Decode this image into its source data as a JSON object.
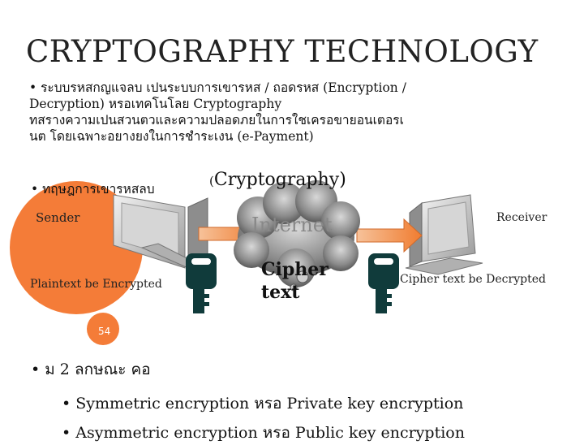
{
  "slide": {
    "title": "CRYPTOGRAPHY TECHNOLOGY",
    "intro_lines": [
      "• ระบบรหสกญแจลบ      เปนระบบการเขารหส        / ถอดรหส  (Encryption /",
      "Decryption) หรอเทคโนโลย   Cryptography",
      "ทสรางความเปนสวนตวและความปลอดภยในการใชเครอขายอนเตอรเ",
      "นต โดยเฉพาะอยางยงในการชำระเงน           (e-Payment)"
    ],
    "theory_bullet": "• ทฤษฎการเขารหสลบ",
    "theory_open_paren": "(",
    "theory_term": "Cryptography)",
    "slide_number": "54",
    "bullet_m": "• ม    2 ลกษณะ  คอ",
    "symmetric_line": "• Symmetric encryption หรอ   Private key  encryption",
    "asymmetric_line": "• Asymmetric encryption  หรอ   Public key encryption"
  },
  "diagram": {
    "sender": "Sender",
    "receiver": "Receiver",
    "internet": "Internet",
    "cipher_line1": "Cipher",
    "cipher_line2": "text",
    "plaintext_caption": "Plaintext be Encrypted",
    "cipher_caption": "Cipher text be Decrypted"
  },
  "colors": {
    "sender_circle": "#f4762f",
    "arrow": "#f0a060",
    "key": "#0d3a3a",
    "cloud": "#555555"
  }
}
